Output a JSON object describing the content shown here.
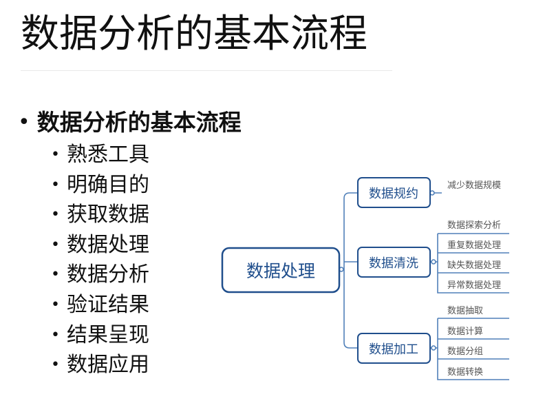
{
  "slide": {
    "title": "数据分析的基本流程",
    "main_bullet": "数据分析的基本流程",
    "sub_items": [
      "熟悉工具",
      "明确目的",
      "获取数据",
      "数据处理",
      "数据分析",
      "验证结果",
      "结果呈现",
      "数据应用"
    ]
  },
  "mindmap": {
    "root": "数据处理",
    "branches": [
      {
        "label": "数据规约",
        "leaves": [
          "减少数据规模"
        ]
      },
      {
        "label": "数据清洗",
        "leaves": [
          "数据探索分析",
          "重复数据处理",
          "缺失数据处理",
          "异常数据处理"
        ]
      },
      {
        "label": "数据加工",
        "leaves": [
          "数据抽取",
          "数据计算",
          "数据分组",
          "数据转换"
        ]
      }
    ],
    "colors": {
      "box_border": "#1f4e8c",
      "line": "#4f7fb8",
      "text": "#1f4e8c",
      "leaf_text": "#555555"
    }
  }
}
